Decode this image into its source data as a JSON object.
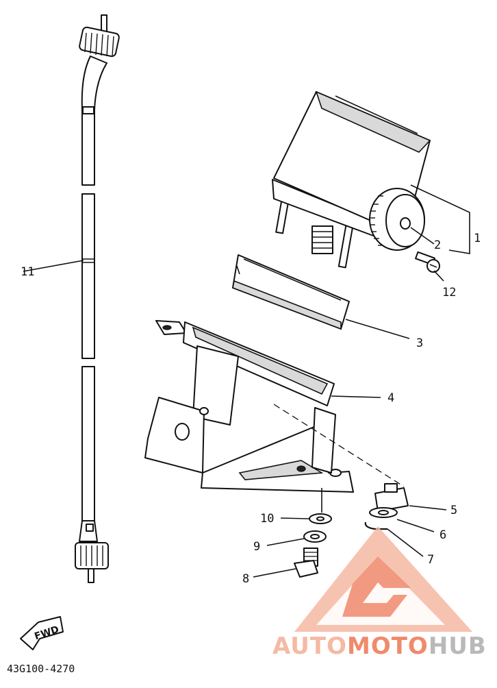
{
  "callouts": [
    {
      "id": "1",
      "label": "1"
    },
    {
      "id": "2",
      "label": "2"
    },
    {
      "id": "3",
      "label": "3"
    },
    {
      "id": "4",
      "label": "4"
    },
    {
      "id": "5",
      "label": "5"
    },
    {
      "id": "6",
      "label": "6"
    },
    {
      "id": "7",
      "label": "7"
    },
    {
      "id": "8",
      "label": "8"
    },
    {
      "id": "9",
      "label": "9"
    },
    {
      "id": "10",
      "label": "10"
    },
    {
      "id": "11",
      "label": "11"
    },
    {
      "id": "12",
      "label": "12"
    }
  ],
  "diagram_code": "43G100-4270",
  "direction_arrow": "FWD",
  "watermark": {
    "part1": "AUTO",
    "part2": "MOTO",
    "part3": "HUB",
    "color_light": "#f6b9a3",
    "color_strong": "#f08a6c",
    "color_grey": "#b9b9b9"
  }
}
